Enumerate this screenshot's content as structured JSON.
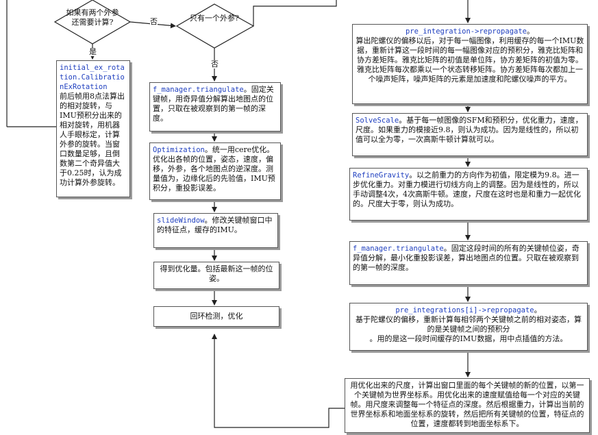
{
  "decisions": {
    "two_params": "如果有两个外参还需要计算?",
    "one_param": "只有一个外参?"
  },
  "labels": {
    "no_1": "否",
    "yes_1": "是",
    "no_2": "否"
  },
  "left": {
    "calib_code": "initial_ex_rotation.CalibrationExRotation",
    "calib_text": "前后帧用8点法算出的相对旋转，与IMU预积分出来的相对旋转，用机器人手眼标定，计算外参的旋转。当窗口数量足够，且倒数第二个奇异值大于0.25时，认为成功计算外参旋转。"
  },
  "middle": {
    "tri_code": "f_manager.triangulate",
    "tri_text": "。固定关键帧，用奇异值分解算出地图点的位置，只取在被观察到的第一帧的深度。",
    "opt_code": "Optimization",
    "opt_text": "。统一用cere优化。优化出各帧的位置，姿态，速度，偏移，外参，各个地图点的逆深度。测量值为，边缘化后的先验值，IMU预积分，重投影误差。",
    "slide_code": "slideWindow",
    "slide_text": "。修改关键帧窗口中的特征点，缓存的IMU。",
    "result_text": "得到优化量。包括最新这一帧的位姿。",
    "loop_text": "回环检测，优化"
  },
  "right": {
    "repro_code": "pre_integration->repropagate",
    "repro_suffix": "。",
    "repro_text": "算出陀螺仪的偏移以后，对于每一幅图像，利用缓存的每一个IMU数据，重新计算这一段时间的每一幅图像对应的预积分，雅克比矩阵和协方差矩阵。雅克比矩阵的初值是单位阵，协方差矩阵的初值为零。雅克比矩阵每次都乘以一个状态转移矩阵。协方差矩阵每次都加上一个噪声矩阵，噪声矩阵的元素是加速度和陀螺仪噪声的平方。",
    "scale_code": "SolveScale",
    "scale_text": "。基于每一帧图像的SFM和预积分，优化重力，速度，尺度。如果重力的模接近9.8，则认为成功。因为是线性的，所以初值可以全为零，一次高斯牛顿计算就可以。",
    "grav_code": "RefineGravity",
    "grav_text": "。以之前重力的方向作为初值，限定模为9.8。进一步优化重力。对重力模进行切线方向上的调整。因为是线性的，所以手动调整4次，4次高斯牛顿。速度，尺度在这时也是和重力一起优化的。尺度大于零，则认为成功。",
    "tri2_code": "f_manager.triangulate",
    "tri2_text": "。固定这段时间的所有的关键帧位姿，奇异值分解，最小化重投影误差，算出地图点的位置。只取在被观察到的第一帧的深度。",
    "repro2_code": "pre_integrations[i]->repropagate",
    "repro2_suffix": "。",
    "repro2_text": "基于陀螺仪的偏移，重新计算每相邻两个关键帧之前的相对姿态，算的是关键帧之间的预积分",
    "repro2_text2": "。用的是这一段时间缓存的IMU数据，用中点插值的方法。",
    "final_text": "用优化出来的尺度，计算出窗口里面的每个关键帧的新的位置，以第一个关键帧为世界坐标系。用优化出来的速度赋值给每一个对应的关键帧。用尺度来调整每一个特征点的深度。然后根据重力，计算出当前的世界坐标系和地面坐标系的旋转，然后把所有关键帧的位置，特征点的位置，速度都转到地面坐标系下。"
  }
}
